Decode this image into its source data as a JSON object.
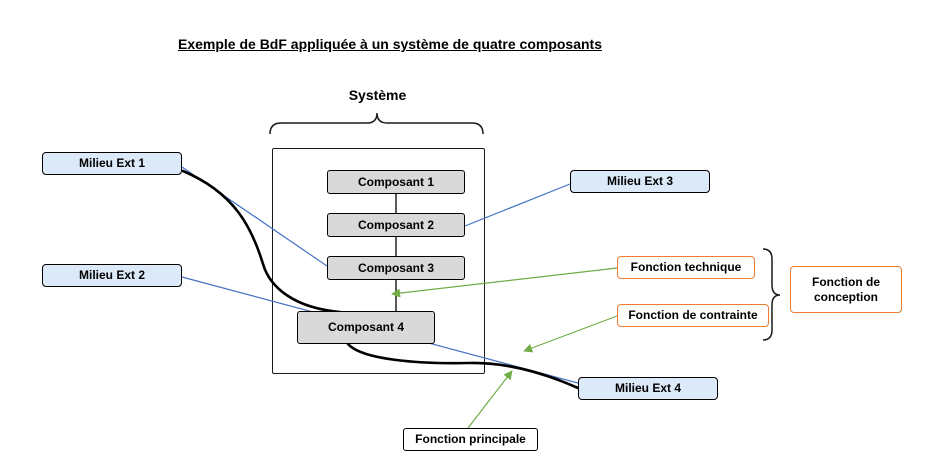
{
  "title": "Exemple de BdF appliquée à un système de quatre composants",
  "system": {
    "label": "Système",
    "components": [
      {
        "label": "Composant 1"
      },
      {
        "label": "Composant 2"
      },
      {
        "label": "Composant 3"
      },
      {
        "label": "Composant 4"
      }
    ]
  },
  "external": [
    {
      "label": "Milieu Ext 1"
    },
    {
      "label": "Milieu Ext 2"
    },
    {
      "label": "Milieu Ext 3"
    },
    {
      "label": "Milieu Ext 4"
    }
  ],
  "functions": {
    "technique": {
      "label": "Fonction technique"
    },
    "contrainte": {
      "label": "Fonction de contrainte"
    },
    "conception": {
      "label": "Fonction de conception"
    },
    "principale": {
      "label": "Fonction principale"
    }
  },
  "colors": {
    "milieu_fill": "#dce9f8",
    "milieu_border": "#000000",
    "component_fill": "#d9d9d9",
    "orange_border": "#ED7D31",
    "blue_line": "#4472c4",
    "green_line": "#70ad47",
    "black_line": "#000000"
  }
}
